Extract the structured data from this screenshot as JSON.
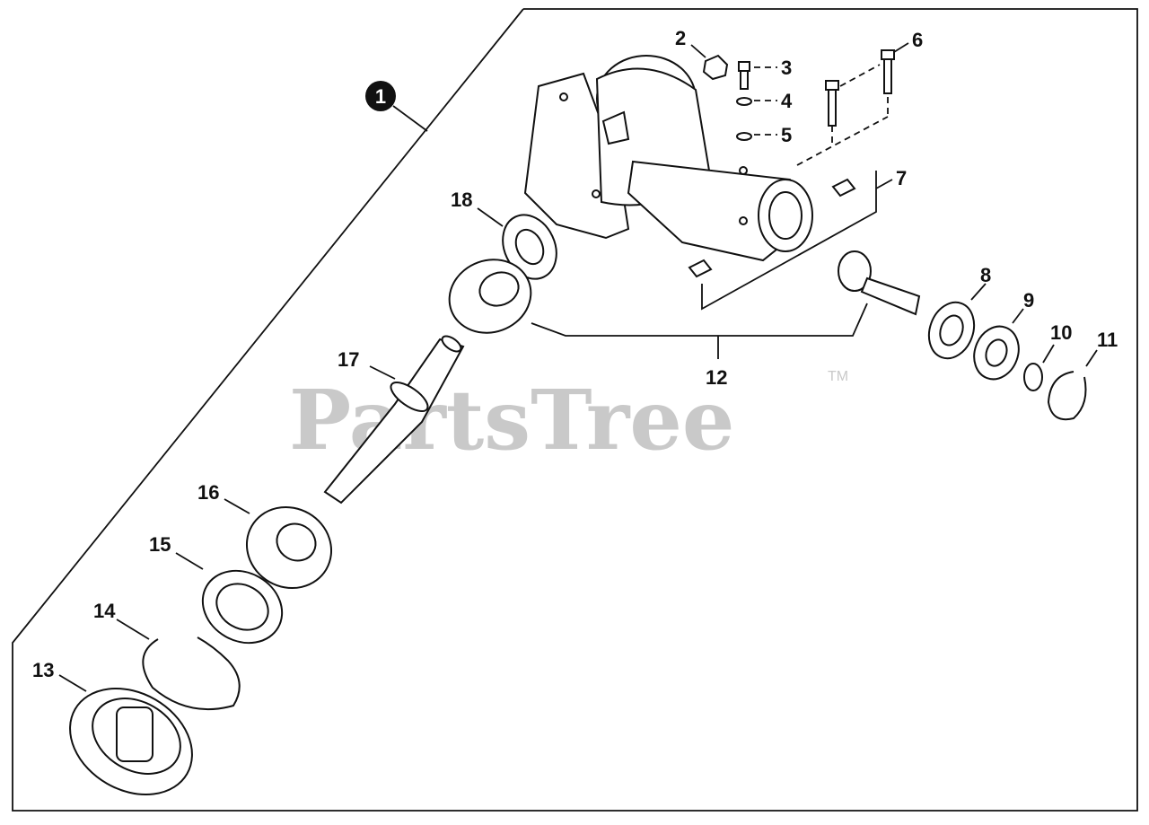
{
  "watermark": {
    "text": "PartsTree",
    "trademark": "TM"
  },
  "assembly_marker": "1",
  "callouts": [
    "2",
    "3",
    "4",
    "5",
    "6",
    "7",
    "8",
    "9",
    "10",
    "11",
    "12",
    "13",
    "14",
    "15",
    "16",
    "17",
    "18"
  ],
  "colors": {
    "ink": "#111111",
    "watermark": "#c9c9c9",
    "background": "#ffffff"
  }
}
